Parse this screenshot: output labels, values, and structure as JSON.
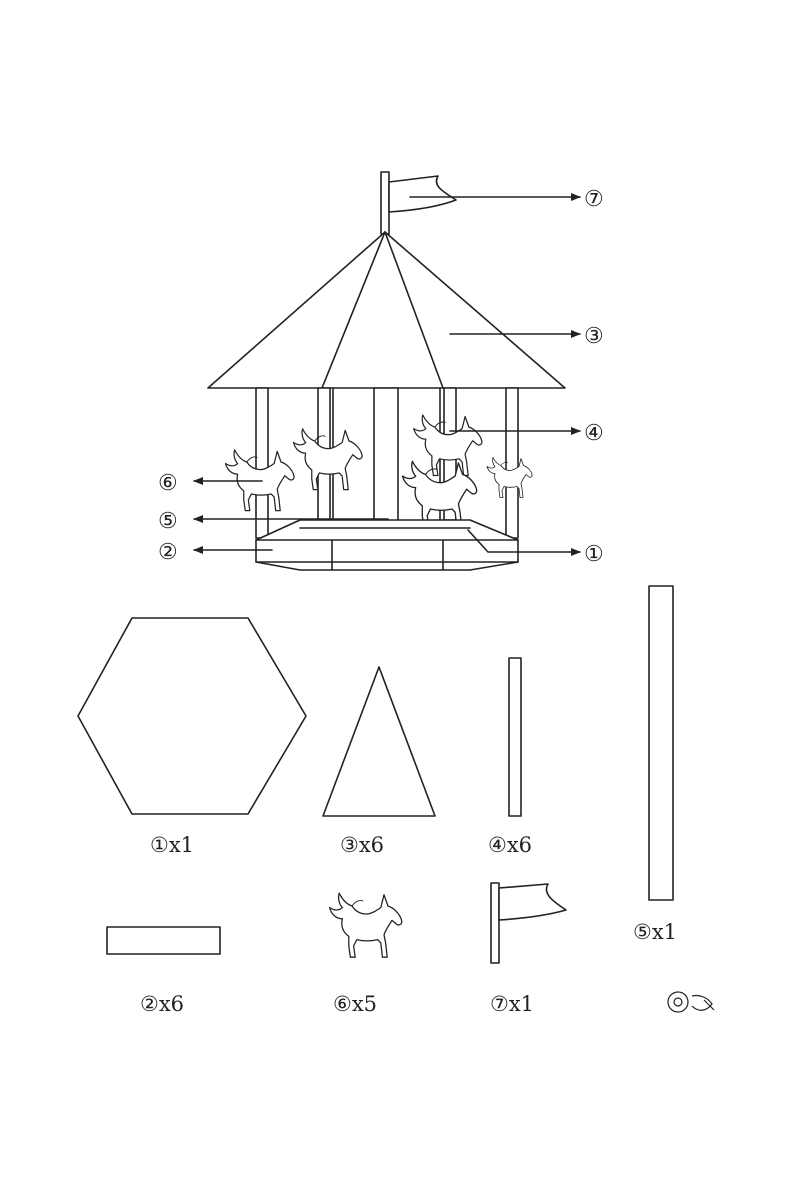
{
  "callouts": {
    "flag": "⑦",
    "roof": "③",
    "pole": "④",
    "horse": "⑥",
    "center_pole": "⑤",
    "base_panel": "②",
    "base": "①"
  },
  "parts": [
    {
      "label": "①x1"
    },
    {
      "label": "③x6"
    },
    {
      "label": "④x6"
    },
    {
      "label": "⑤x1"
    },
    {
      "label": "②x6"
    },
    {
      "label": "⑥x5"
    },
    {
      "label": "⑦x1"
    }
  ],
  "colors": {
    "stroke": "#222222",
    "background": "#ffffff"
  }
}
